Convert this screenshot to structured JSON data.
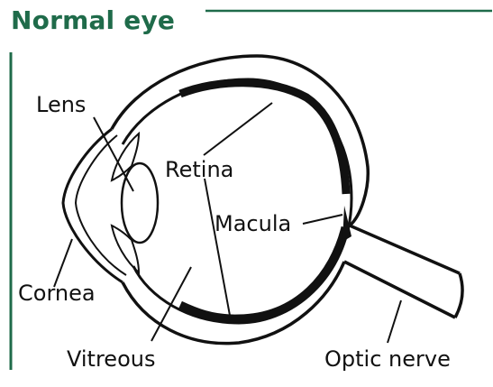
{
  "title": "Normal eye",
  "accent_color": "#1f6b4a",
  "labels": {
    "lens": "Lens",
    "retina": "Retina",
    "macula": "Macula",
    "cornea": "Cornea",
    "vitreous": "Vitreous",
    "optic_nerve": "Optic nerve"
  }
}
